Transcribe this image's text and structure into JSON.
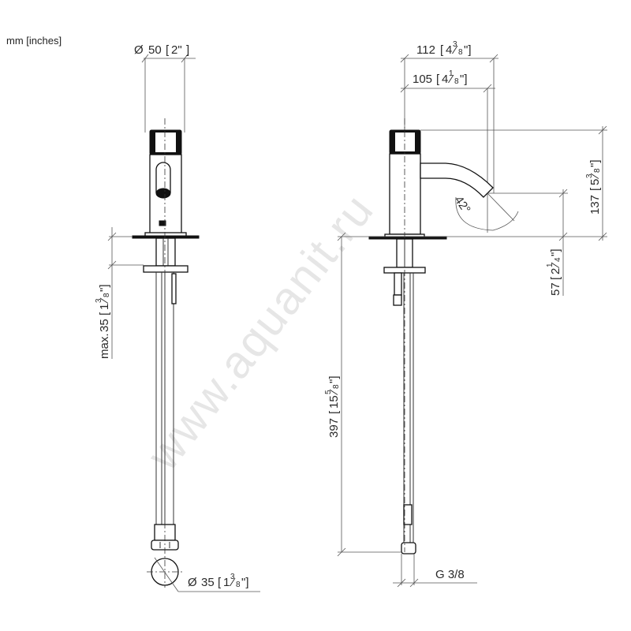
{
  "drawing": {
    "units_label": "mm [inches]",
    "watermark": "www.aquanit.ru",
    "front_view": {
      "top_diameter": {
        "symbol": "Ø",
        "mm": "50",
        "inch_open": "[",
        "inch": "2\"",
        "inch_close": "]"
      },
      "mount_thickness": {
        "prefix": "max.",
        "mm": "35",
        "inch_whole": "1",
        "inch_num": "3",
        "inch_den": "8"
      },
      "connector_diameter": {
        "symbol": "Ø",
        "mm": "35",
        "inch_whole": "1",
        "inch_num": "3",
        "inch_den": "8"
      }
    },
    "side_view": {
      "overall_reach": {
        "mm": "112",
        "inch_whole": "4",
        "inch_num": "3",
        "inch_den": "8"
      },
      "spout_reach": {
        "mm": "105",
        "inch_whole": "4",
        "inch_num": "1",
        "inch_den": "8"
      },
      "overall_height": {
        "mm": "137",
        "inch_whole": "5",
        "inch_num": "3",
        "inch_den": "8"
      },
      "spout_height": {
        "mm": "57",
        "inch_whole": "2",
        "inch_num": "1",
        "inch_den": "4"
      },
      "hose_length": {
        "mm": "397",
        "inch_whole": "15",
        "inch_num": "5",
        "inch_den": "8"
      },
      "spout_angle": "42°",
      "thread": "G 3/8"
    }
  }
}
